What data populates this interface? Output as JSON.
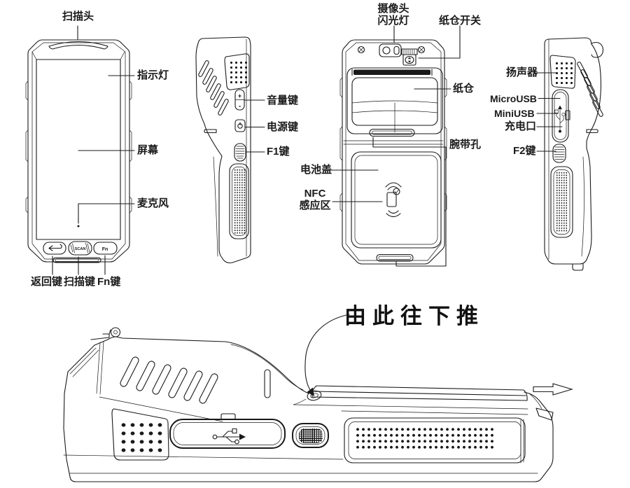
{
  "views": {
    "front": {
      "labels": {
        "scan_head": "扫描头",
        "indicator_light": "指示灯",
        "screen": "屏幕",
        "microphone": "麦克风",
        "return_key": "返回键",
        "scan_key": "扫描键",
        "fn_key": "Fn键"
      },
      "buttons": {
        "scan": "SCAN",
        "fn": "Fn"
      }
    },
    "right_side": {
      "labels": {
        "volume_key": "音量键",
        "power_key": "电源键",
        "f1_key": "F1键"
      },
      "volume": {
        "plus": "+",
        "minus": "-"
      }
    },
    "back": {
      "labels": {
        "camera": "摄像头",
        "flash": "闪光灯",
        "paper_switch": "纸仓开关",
        "paper_compartment": "纸仓",
        "wrist_strap_hole": "腕带孔",
        "battery_cover": "电池盖",
        "nfc_line1": "NFC",
        "nfc_line2": "感应区"
      }
    },
    "left_side": {
      "labels": {
        "speaker": "扬声器",
        "micro_usb": "MicroUSB",
        "mini_usb": "MiniUSB",
        "charging_port": "充电口",
        "f2_key": "F2键"
      }
    },
    "bottom": {
      "labels": {
        "push_down_hint": "由此往下推"
      }
    }
  },
  "colors": {
    "line": "#1a1a1a",
    "background": "#ffffff"
  }
}
